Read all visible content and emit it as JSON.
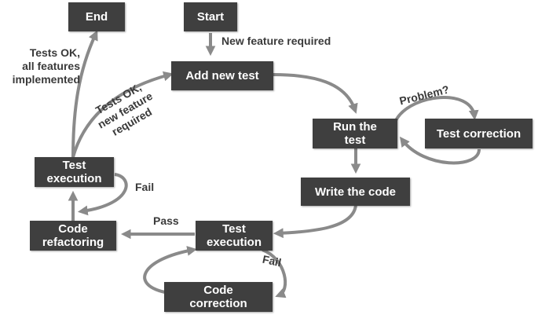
{
  "nodes": {
    "end": "End",
    "start": "Start",
    "add_new_test": "Add new test",
    "run_the_test": "Run the\ntest",
    "test_correction": "Test correction",
    "write_the_code": "Write the code",
    "test_execution_bottom": "Test\nexecution",
    "code_correction": "Code\ncorrection",
    "code_refactoring": "Code\nrefactoring",
    "test_execution_left": "Test\nexecution"
  },
  "labels": {
    "new_feature_required": "New feature required",
    "tests_ok_all": "Tests OK,\nall features\nimplemented",
    "tests_ok_new": "Tests OK,\nnew feature\nrequired",
    "problem": "Problem?",
    "fail_left": "Fail",
    "pass": "Pass",
    "fail_bottom": "Fail"
  },
  "colors": {
    "node_fill": "#3f3f3f",
    "node_text": "#ffffff",
    "arrow": "#8a8a8a",
    "label_text": "#3a3a3a"
  }
}
